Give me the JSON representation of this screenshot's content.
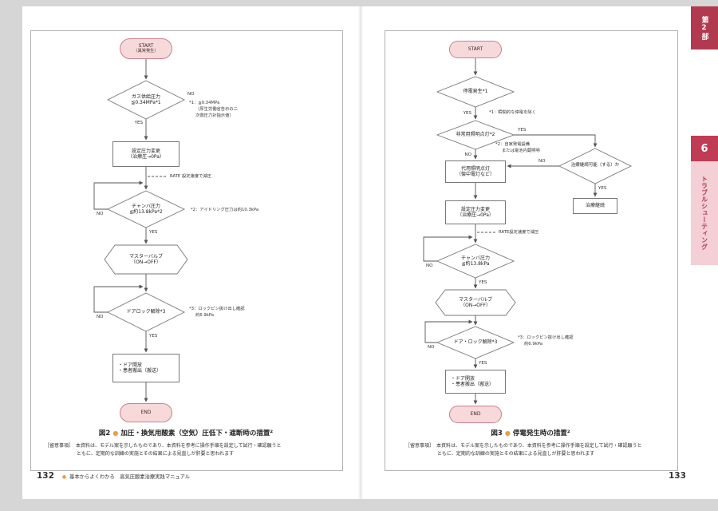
{
  "tabs": {
    "part": "第2部",
    "chapter_number": "6",
    "chapter_title": "トラブルシューティング"
  },
  "remark": {
    "label": "［留意事項］",
    "line1": "本資料は、モデル案を示したものであり、本資料を参考に操作手順を設定して試行・確認願うと",
    "line2": "ともに、定期的な訓練の実施とその結果による見直しが肝要と思われます"
  },
  "footer": {
    "left_page_number": "132",
    "bullet": "●",
    "book_title": "基本からよくわかる　高気圧酸素治療実践マニュアル",
    "right_page_number": "133"
  },
  "fig2": {
    "caption": {
      "label": "図2",
      "bullet": "●",
      "title": "加圧・換気用酸素（空気）圧低下・遮断時の措置²"
    },
    "nodes": {
      "start": [
        "START",
        "（異常発生）"
      ],
      "gas_pressure": [
        "ガス供給圧力",
        "≦0.34MPa*1"
      ],
      "set_pressure": [
        "設定圧力変更",
        "（治療圧→0Pa）"
      ],
      "chamber_pressure": [
        "チャンバ圧力",
        "≦約13.8kPa*2"
      ],
      "master_valve": [
        "マスターバルブ",
        "（ON→OFF）"
      ],
      "door_lock": "ドアロック解除*3",
      "door_open": [
        "・ドア開放",
        "・患者搬出（搬送）"
      ],
      "end": "END"
    },
    "labels": {
      "no1": "NO",
      "yes1": "YES",
      "no2": "NO",
      "yes2": "YES",
      "no3": "NO",
      "yes3": "YES",
      "rate": "RATE 設定速度で減圧"
    },
    "notes": {
      "n1": [
        "*1：≦0.34MPa",
        "（厚生労働省告示の二",
        "次側圧力計指示値）"
      ],
      "n2": "*2：アイドリング圧力は約10.3kPa",
      "n3": [
        "*3：ロックピン抜け出し確認",
        "約6.9kPa"
      ]
    }
  },
  "fig3": {
    "caption": {
      "label": "図3",
      "bullet": "●",
      "title": "停電発生時の措置²"
    },
    "nodes": {
      "start": "START",
      "power_failure": "停電発生*1",
      "emergency_light": "非常用照明点灯*2",
      "continue_possible": "治療継続可能（する）か",
      "continue_treatment": "治療継続",
      "substitute_light": [
        "代用照明点灯",
        "（懐中電灯など）"
      ],
      "set_pressure": [
        "設定圧力変更",
        "（治療圧→0Pa）"
      ],
      "chamber_pressure": [
        "チャンバ圧力",
        "≦約13.8kPa"
      ],
      "master_valve": [
        "マスターバルブ",
        "（ON→OFF）"
      ],
      "door_lock": "ドア・ロック解除*3",
      "door_open": [
        "・ドア開放",
        "・患者搬出（搬送）"
      ],
      "end": "END"
    },
    "labels": {
      "yes1": "YES",
      "no2": "NO",
      "yes2": "YES",
      "no3": "NO",
      "yes3": "YES",
      "no4": "NO",
      "yes4": "YES",
      "no5": "NO",
      "yes5": "YES",
      "rate": "RATE設定速度で減圧"
    },
    "notes": {
      "n1": "*1：瞬間的な停電を除く",
      "n2": [
        "*2：自家発電設備",
        "または電池内蔵照明"
      ],
      "n3": [
        "*3：ロックピン抜け出し確認",
        "約6.9kPa"
      ]
    }
  }
}
